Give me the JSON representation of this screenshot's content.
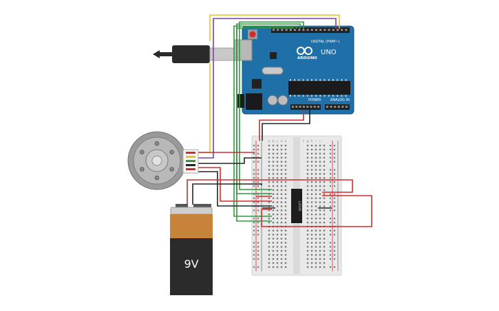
{
  "arduino": {
    "model_label": "UNO",
    "brand_label": "ARDUINO",
    "digital_label": "DIGITAL (PWM~)",
    "power_label": "POWER",
    "analog_label": "ANALOG IN",
    "board_color": "#1f6fa8",
    "header_color": "#222222"
  },
  "battery": {
    "voltage_label": "9V",
    "top_color": "#c7833a",
    "body_color": "#2b2b2b"
  },
  "chip": {
    "label": "L293D"
  },
  "breadboard": {
    "column_letters": [
      "a",
      "b",
      "c",
      "d",
      "e",
      "f",
      "g",
      "h",
      "i",
      "j"
    ]
  },
  "wire_colors": {
    "red": "#d42a2a",
    "black": "#222222",
    "green": "#2e9a3a",
    "yellow": "#e8c421",
    "purple": "#7b3fa6"
  },
  "icons": {
    "usb_cable": "usb-cable-icon",
    "motor": "dc-motor-icon",
    "battery": "battery-icon",
    "arduino_logo": "infinity-logo-icon",
    "reset_button": "reset-button-icon"
  }
}
